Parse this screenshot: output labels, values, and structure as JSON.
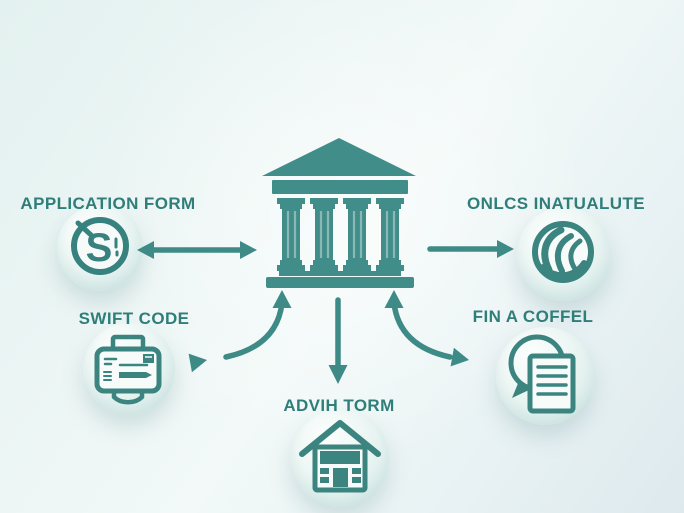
{
  "diagram": {
    "center_node": {
      "name": "bank",
      "icon": "bank-building-icon"
    },
    "nodes": [
      {
        "id": "application-form",
        "label": "APPLICATION FORM",
        "icon": "currency-circle-icon",
        "position": "top-left"
      },
      {
        "id": "onlcs-inatualute",
        "label": "ONLCS INATUALUTE",
        "icon": "waves-circle-icon",
        "position": "top-right"
      },
      {
        "id": "swift-code",
        "label": "SWIFT CODE",
        "icon": "terminal-machine-icon",
        "position": "bottom-left"
      },
      {
        "id": "advih-torm",
        "label": "ADVIH TORM",
        "icon": "house-icon",
        "position": "bottom-center"
      },
      {
        "id": "fin-a-coffel",
        "label": "FIN A COFFEL",
        "icon": "chat-document-icon",
        "position": "bottom-right"
      }
    ],
    "connections": [
      {
        "from": "bank",
        "to": "application-form",
        "style": "straight-horizontal",
        "direction": "both"
      },
      {
        "from": "bank",
        "to": "onlcs-inatualute",
        "style": "straight-horizontal",
        "direction": "to"
      },
      {
        "from": "bank",
        "to": "swift-code",
        "style": "curved",
        "direction": "both"
      },
      {
        "from": "bank",
        "to": "advih-torm",
        "style": "straight-vertical",
        "direction": "to"
      },
      {
        "from": "bank",
        "to": "fin-a-coffel",
        "style": "curved",
        "direction": "both"
      }
    ],
    "colors": {
      "teal": "#3e8a86",
      "bank_teal": "#418d89",
      "label_text": "#2f7e7a",
      "halo": "#ddeeec",
      "background": "#ecf6f5"
    }
  }
}
